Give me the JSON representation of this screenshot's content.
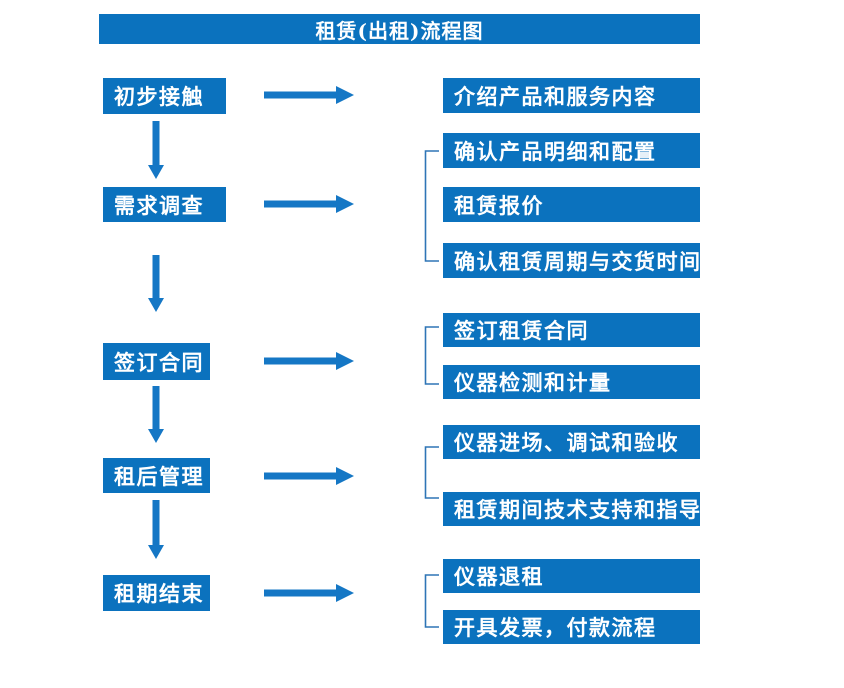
{
  "title": "租赁(出租)流程图",
  "colors": {
    "box": "#0b72be",
    "arrow": "#1577c5",
    "bracket": "#2e75b6",
    "text": "#ffffff"
  },
  "steps": [
    {
      "label": "初步接触",
      "details": [
        "介绍产品和服务内容"
      ]
    },
    {
      "label": "需求调查",
      "details": [
        "确认产品明细和配置",
        "租赁报价",
        "确认租赁周期与交货时间"
      ]
    },
    {
      "label": "签订合同",
      "details": [
        "签订租赁合同",
        "仪器检测和计量"
      ]
    },
    {
      "label": "租后管理",
      "details": [
        "仪器进场、调试和验收",
        "租赁期间技术支持和指导"
      ]
    },
    {
      "label": "租期结束",
      "details": [
        "仪器退租",
        "开具发票，付款流程"
      ]
    }
  ]
}
